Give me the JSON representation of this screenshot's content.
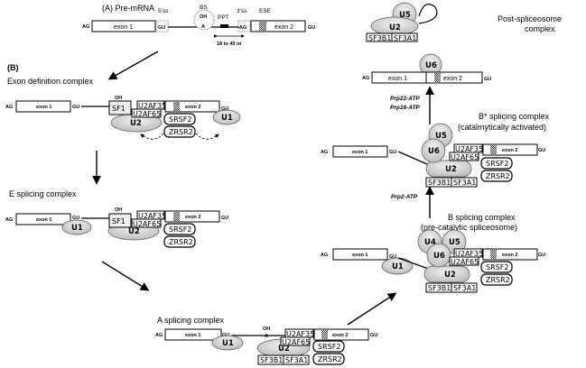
{
  "panel_a": {
    "title": "(A) Pre-mRNA",
    "ag": "AG",
    "exon1": "exon 1",
    "gu5": "GU",
    "five_ss": "5'ss",
    "bs": "BS",
    "oh": "OH",
    "a": "A",
    "ppt": "PPT",
    "three_ss": "3'ss",
    "ese": "ESE",
    "ag3": "AG",
    "exon2": "exon 2",
    "gu3": "GU",
    "distance": "18 to 40 nt"
  },
  "panel_b": {
    "label": "(B)"
  },
  "complexes": {
    "exon_definition": "Exon definition complex",
    "e": "E splicing complex",
    "a": "A splicing complex",
    "b_line1": "B splicing complex",
    "b_line2": "(pre-catalytic spliceosome)",
    "bstar_line1": "B* splicing complex",
    "bstar_line2": "(catalmytically activated)",
    "post_line1": "Post-spliceosome",
    "post_line2": "complex"
  },
  "factors": {
    "sf1": "SF1",
    "u2af35": "U2AF35",
    "u2af65": "U2AF65",
    "srsf2": "SRSF2",
    "zrsr2": "ZRSR2",
    "sf3b1": "SF3B1",
    "sf3a1": "SF3A1",
    "u1": "U1",
    "u2": "U2",
    "u4": "U4",
    "u5": "U5",
    "u6": "U6"
  },
  "common": {
    "ag": "AG",
    "gu": "GU",
    "exon1": "exon 1",
    "exon2": "exon 2",
    "oh": "OH",
    "a": "A"
  },
  "transitions": {
    "prp2": "Prp2-ATP",
    "prp22": "Prp22-ATP",
    "prp16": "Prp16-ATP"
  }
}
